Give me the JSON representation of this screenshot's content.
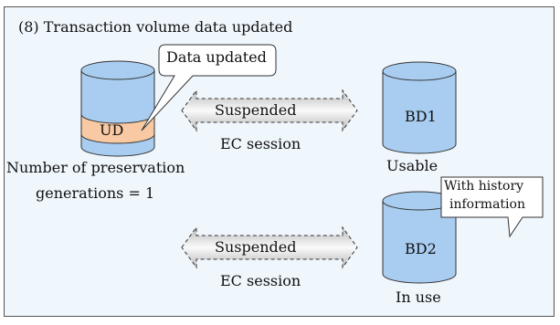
{
  "title": "(8) Transaction volume data updated",
  "callout_data_updated": "Data updated",
  "ud_label": "UD",
  "ud_caption_line1": "Number of preservation",
  "ud_caption_line2": "generations = 1",
  "session_top": {
    "status": "Suspended",
    "label": "EC session"
  },
  "session_bottom": {
    "status": "Suspended",
    "label": "EC session"
  },
  "bd1": {
    "label": "BD1",
    "status": "Usable"
  },
  "bd2": {
    "label": "BD2",
    "status": "In use"
  },
  "callout_history_line1": "With history",
  "callout_history_line2": "information",
  "colors": {
    "background": "#eff6fc",
    "cylinder": "#a9cdf0",
    "ud_band": "#f8c9a2",
    "arrow_gray": "#b9b9b9"
  }
}
